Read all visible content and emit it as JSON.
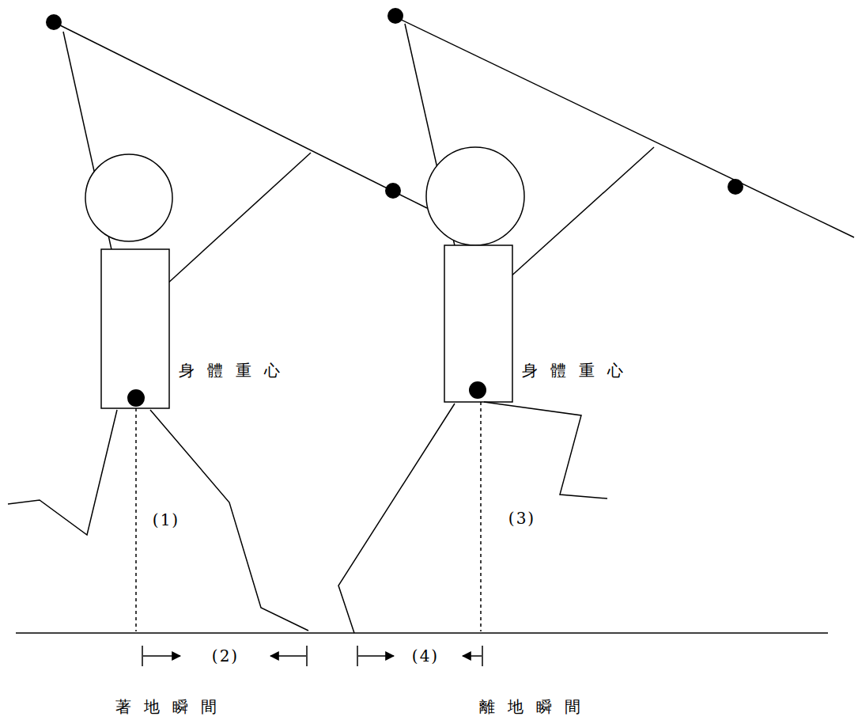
{
  "diagram": {
    "labels": [
      "身體重心",
      "身體重心",
      "(1)",
      "(3)",
      "(2)",
      "(4)",
      "著地瞬間",
      "離地瞬間"
    ]
  }
}
